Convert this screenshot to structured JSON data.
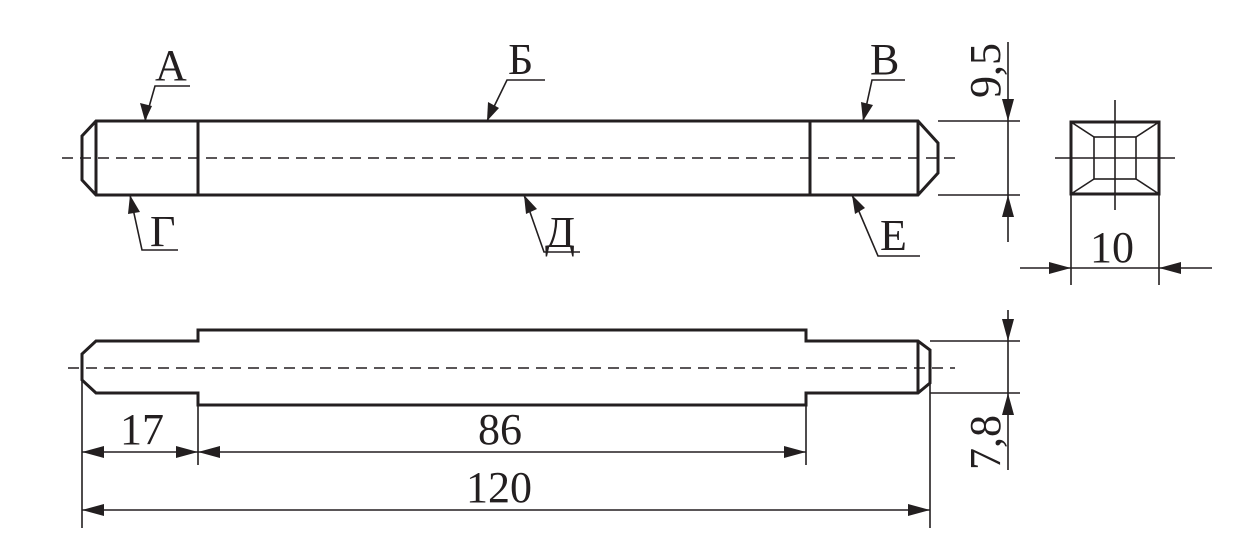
{
  "labels": {
    "a": "А",
    "b": "Б",
    "v": "В",
    "g": "Г",
    "d": "Д",
    "e": "Е"
  },
  "dimensions": {
    "height_top": "9,5",
    "width_section": "10",
    "height_bottom": "7,8",
    "len_17": "17",
    "len_86": "86",
    "len_120": "120"
  }
}
